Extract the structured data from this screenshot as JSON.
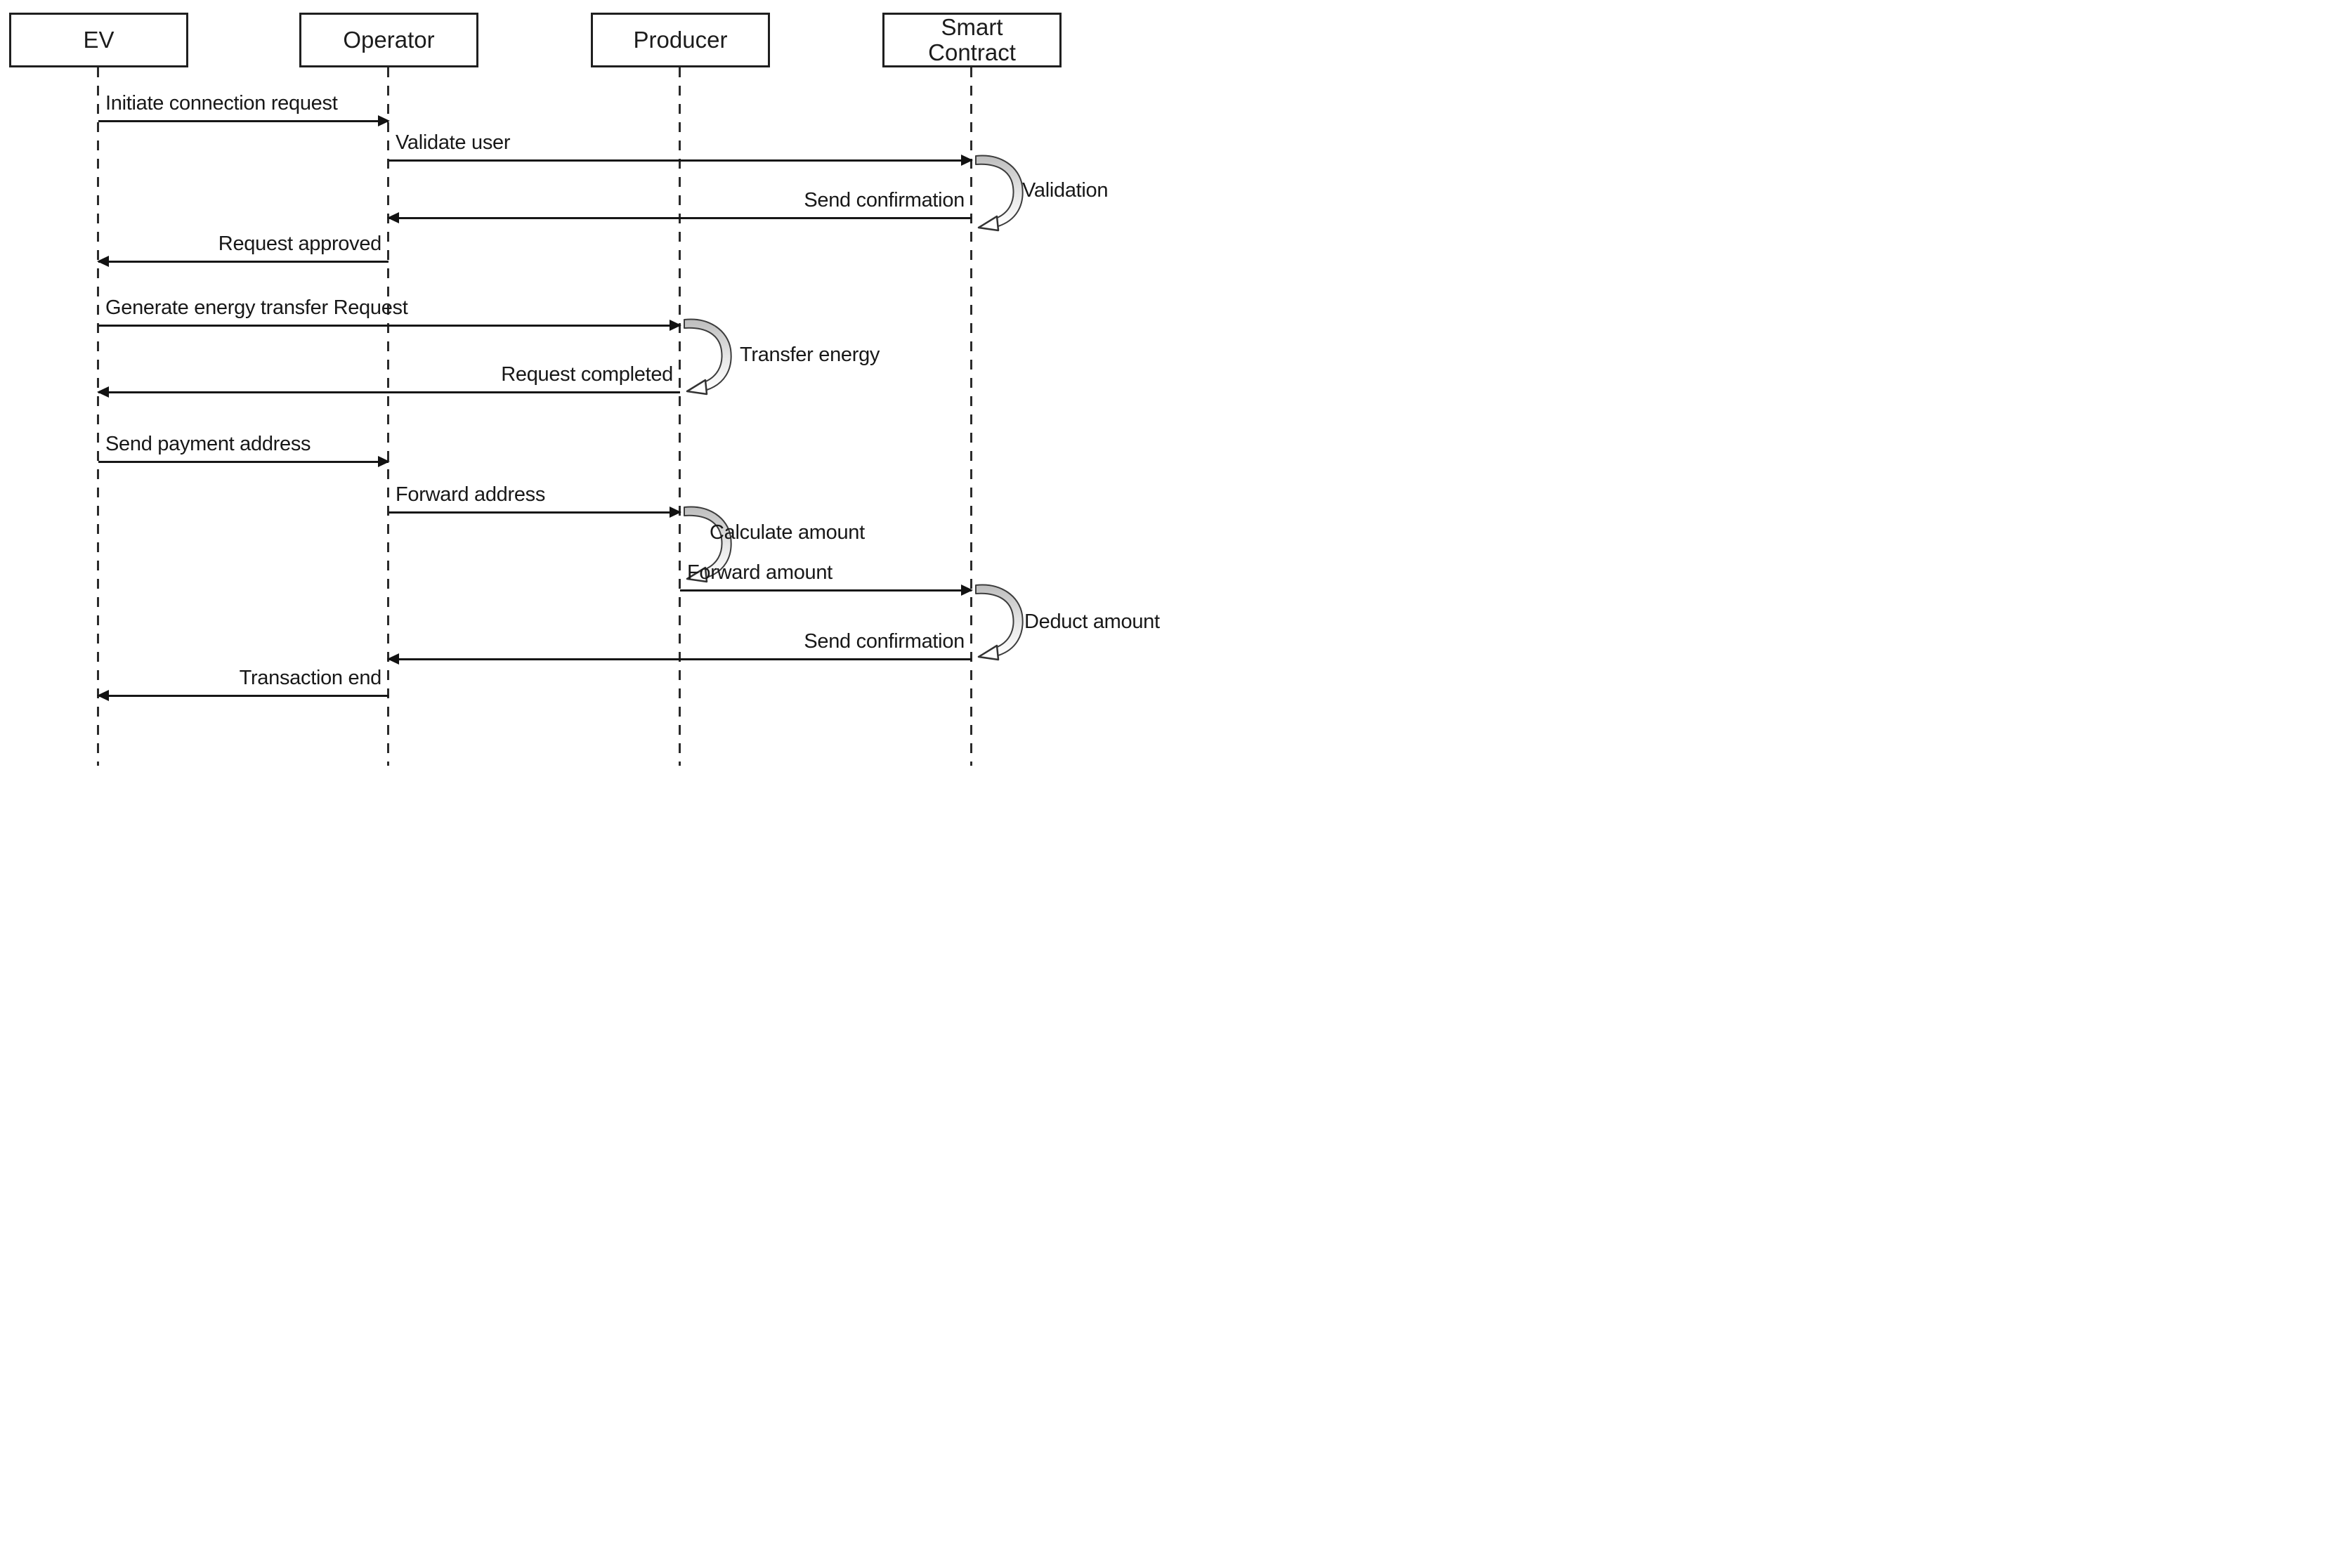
{
  "diagram": {
    "type": "uml-sequence-diagram",
    "background": "#ffffff",
    "line_color": "#1a1a1a",
    "loop_icon_fill": "#c9c9c9"
  },
  "participants": [
    {
      "name": "EV"
    },
    {
      "name": "Operator"
    },
    {
      "name": "Producer"
    },
    {
      "name": "Smart Contract"
    }
  ],
  "messages": [
    {
      "label": "Initiate connection request",
      "from": "EV",
      "to": "Operator",
      "direction": "right"
    },
    {
      "label": "Validate user",
      "from": "Operator",
      "to": "Smart Contract",
      "direction": "right"
    },
    {
      "label": "Send confirmation",
      "from": "Smart Contract",
      "to": "Operator",
      "direction": "left"
    },
    {
      "label": "Request approved",
      "from": "Operator",
      "to": "EV",
      "direction": "left"
    },
    {
      "label": "Generate energy transfer Request",
      "from": "EV",
      "to": "Producer",
      "direction": "right"
    },
    {
      "label": "Request completed",
      "from": "Producer",
      "to": "EV",
      "direction": "left"
    },
    {
      "label": "Send payment address",
      "from": "EV",
      "to": "Operator",
      "direction": "right"
    },
    {
      "label": "Forward address",
      "from": "Operator",
      "to": "Producer",
      "direction": "right"
    },
    {
      "label": "Forward amount",
      "from": "Producer",
      "to": "Smart Contract",
      "direction": "right"
    },
    {
      "label": "Send confirmation",
      "from": "Smart Contract",
      "to": "Operator",
      "direction": "left"
    },
    {
      "label": "Transaction end",
      "from": "Operator",
      "to": "EV",
      "direction": "left"
    }
  ],
  "self_loops": [
    {
      "label": "Validation",
      "actor": "Smart Contract"
    },
    {
      "label": "Transfer energy",
      "actor": "Producer"
    },
    {
      "label": "Calculate amount",
      "actor": "Producer"
    },
    {
      "label": "Deduct amount",
      "actor": "Smart Contract"
    }
  ]
}
